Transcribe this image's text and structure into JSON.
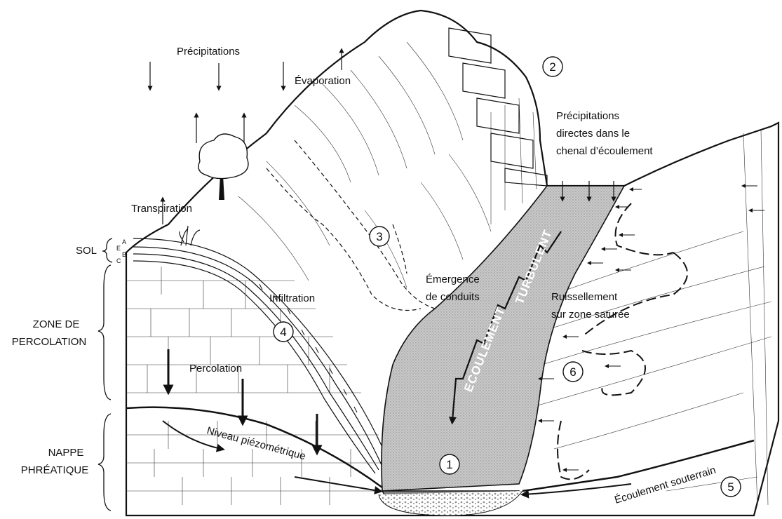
{
  "labels": {
    "precipitations": "Précipitations",
    "evaporation": "Évaporation",
    "transpiration": "Transpiration",
    "precip_direct_1": "Précipitations",
    "precip_direct_2": "directes dans le",
    "precip_direct_3": "chenal d’écoulement",
    "sol": "SOL",
    "horizon_a": "A",
    "horizon_e": "E",
    "horizon_b": "B",
    "horizon_c": "C",
    "zone_percolation_1": "ZONE DE",
    "zone_percolation_2": "PERCOLATION",
    "nappe_1": "NAPPE",
    "nappe_2": "PHRÉATIQUE",
    "infiltration": "Infiltration",
    "percolation": "Percolation",
    "emergence_1": "Émergence",
    "emergence_2": "de conduits",
    "ruissellement_1": "Ruissellement",
    "ruissellement_2": "sur zone saturée",
    "ecoulement": "ECOULEMENT",
    "turbulent": "TURBULENT",
    "niveau": "Niveau piézométrique",
    "ecoulement_souterrain": "Écoulement souterrain"
  },
  "markers": [
    "1",
    "2",
    "3",
    "4",
    "5",
    "6"
  ]
}
